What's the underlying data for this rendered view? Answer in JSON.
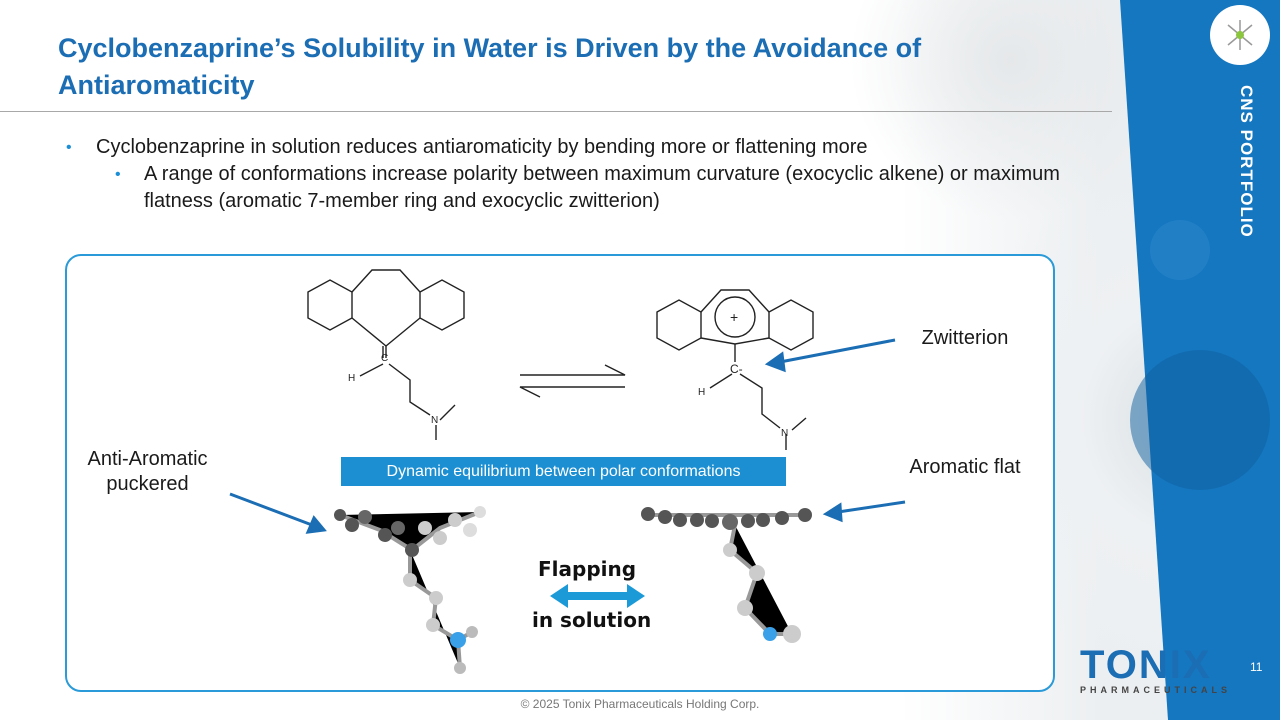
{
  "title": "Cyclobenzaprine’s Solubility in Water is Driven by the Avoidance of Antiaromaticity",
  "bullets": [
    {
      "level": 1,
      "text": "Cyclobenzaprine in solution reduces antiaromaticity by bending more or flattening more"
    },
    {
      "level": 2,
      "text": "A range of conformations increase polarity between maximum curvature (exocyclic alkene) or maximum flatness (aromatic 7-member ring and exocyclic zwitterion)"
    }
  ],
  "figure": {
    "left_label": "Anti-Aromatic puckered",
    "right_label": "Aromatic flat",
    "zwitterion_label": "Zwitterion",
    "equilibrium_label": "Dynamic equilibrium between polar conformations",
    "flapping_label": "Flapping",
    "solution_label": "in solution",
    "atoms": {
      "c": "C",
      "h": "H",
      "n": "N",
      "c_minus": "C-",
      "plus": "+"
    }
  },
  "side_band": {
    "label": "CNS PORTFOLIO"
  },
  "logo": {
    "name": "TONIX",
    "sub": "PHARMACEUTICALS"
  },
  "page_number": "11",
  "footer": "© 2025 Tonix Pharmaceuticals Holding Corp.",
  "colors": {
    "brand_blue": "#1b6db4",
    "accent": "#1c8fd2",
    "band": "#1577c0"
  }
}
